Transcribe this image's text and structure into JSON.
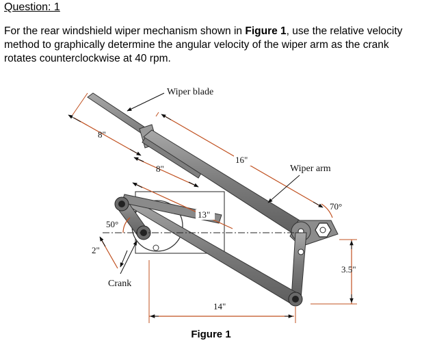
{
  "question": {
    "heading": "Question: 1",
    "text_before": "For the rear windshield wiper mechanism shown in ",
    "figure_ref": "Figure 1",
    "text_after": ", use the relative velocity method to graphically determine the angular velocity of the wiper arm as the crank rotates counterclockwise at 40 rpm."
  },
  "figure": {
    "caption": "Figure 1",
    "labels": {
      "wiper_blade": "Wiper blade",
      "wiper_arm": "Wiper arm",
      "crank": "Crank"
    },
    "dimensions": {
      "blade_outer": "8\"",
      "blade_inner": "8\"",
      "arm_length": "16\"",
      "coupler": "13\"",
      "angle_50": "50°",
      "crank_offset": "2\"",
      "angle_70": "70°",
      "rocker_height": "3.5\"",
      "base_length": "14\""
    },
    "colors": {
      "link_fill": "#8a8a8a",
      "link_dark": "#5a5a5a",
      "dimension_line": "#c0501f",
      "leader": "#111111"
    }
  }
}
